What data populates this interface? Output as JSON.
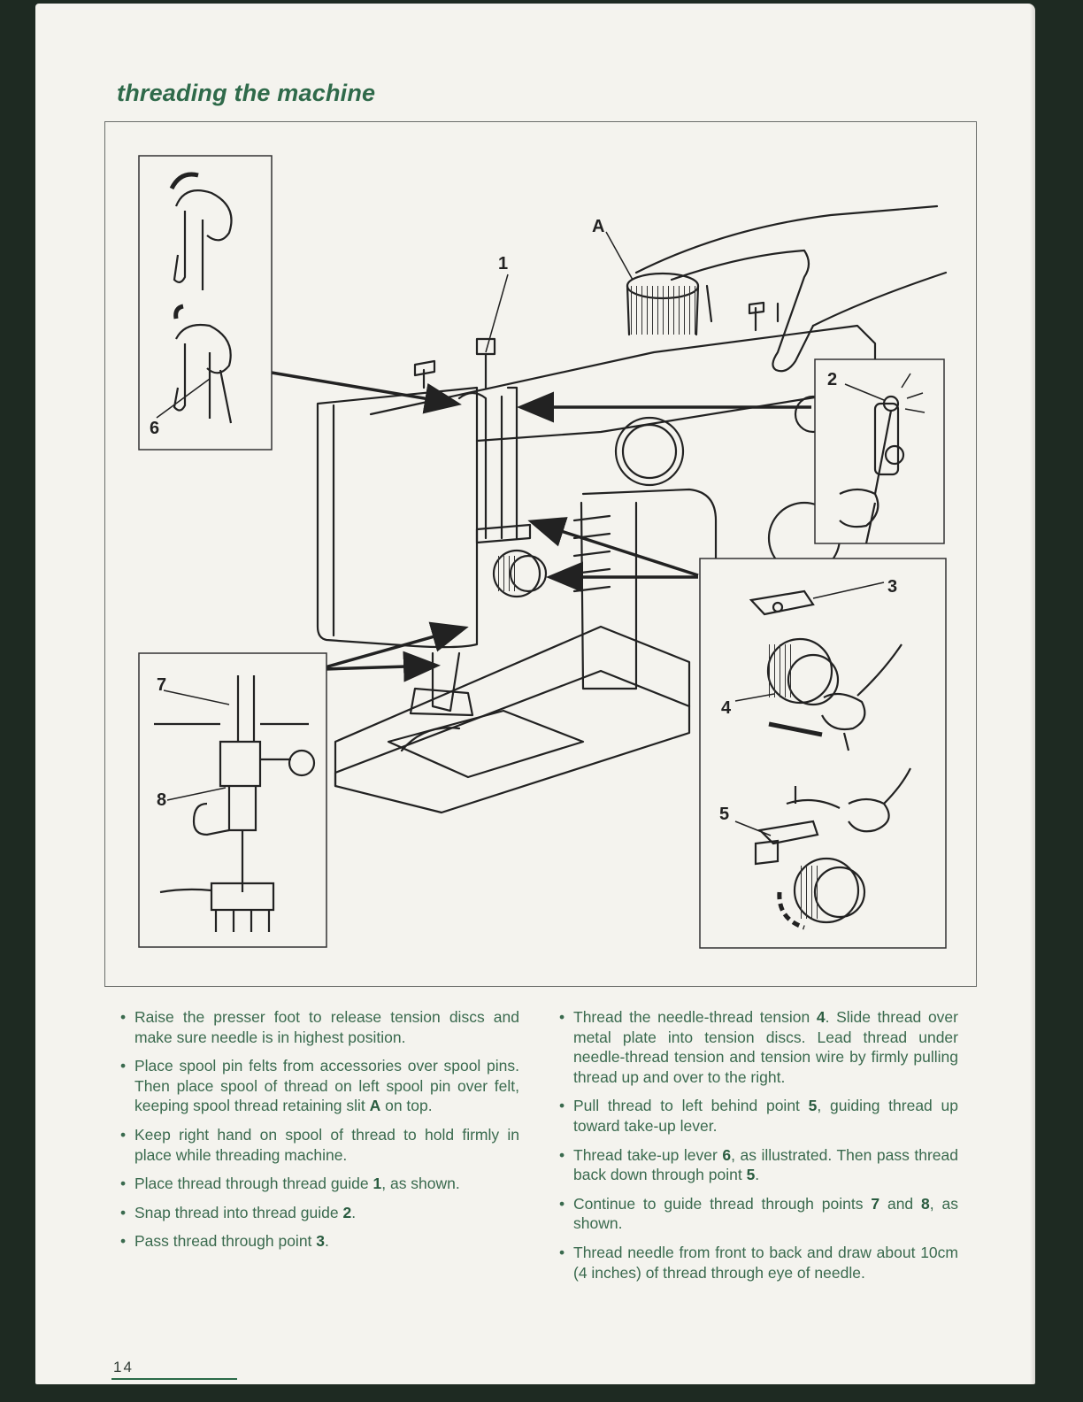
{
  "page": {
    "title": "threading the machine",
    "page_number": "14"
  },
  "figure": {
    "labels": {
      "A": "A",
      "l1": "1",
      "l2": "2",
      "l3": "3",
      "l4": "4",
      "l5": "5",
      "l6": "6",
      "l7": "7",
      "l8": "8"
    }
  },
  "instructions": {
    "left": [
      {
        "text": "Raise the presser foot to release tension discs and make sure needle is in highest position."
      },
      {
        "pre": "Place spool pin felts from accessories over spool pins. Then place spool of thread on left spool pin over felt, keeping spool thread retaining slit ",
        "ref": "A",
        "post": " on top."
      },
      {
        "text": "Keep right hand on spool of thread to hold firmly in place while threading machine."
      },
      {
        "pre": "Place thread through thread guide ",
        "ref": "1",
        "post": ", as shown."
      },
      {
        "pre": "Snap thread into thread guide ",
        "ref": "2",
        "post": "."
      },
      {
        "pre": "Pass thread through point ",
        "ref": "3",
        "post": "."
      }
    ],
    "right": [
      {
        "pre": "Thread the needle-thread tension ",
        "ref": "4",
        "post": ". Slide thread over metal plate into tension discs. Lead thread under needle-thread tension and tension wire by firmly pulling thread up and over to the right."
      },
      {
        "pre": "Pull thread to left behind point ",
        "ref": "5",
        "post": ", guiding thread up toward take-up lever."
      },
      {
        "pre": "Thread take-up lever ",
        "ref": "6",
        "post": ", as illustrated. Then pass thread back down through point ",
        "ref2": "5",
        "post2": "."
      },
      {
        "pre": "Continue to guide thread through points ",
        "ref": "7",
        "post": " and ",
        "ref2": "8",
        "post2": ", as shown."
      },
      {
        "text": "Thread needle from front to back and draw about 10cm (4 inches) of thread through eye of needle."
      }
    ]
  },
  "colors": {
    "ink": "#3a6a4e",
    "title": "#2f6a4a",
    "paper": "#f4f3ee",
    "frame": "#1e2a22"
  }
}
